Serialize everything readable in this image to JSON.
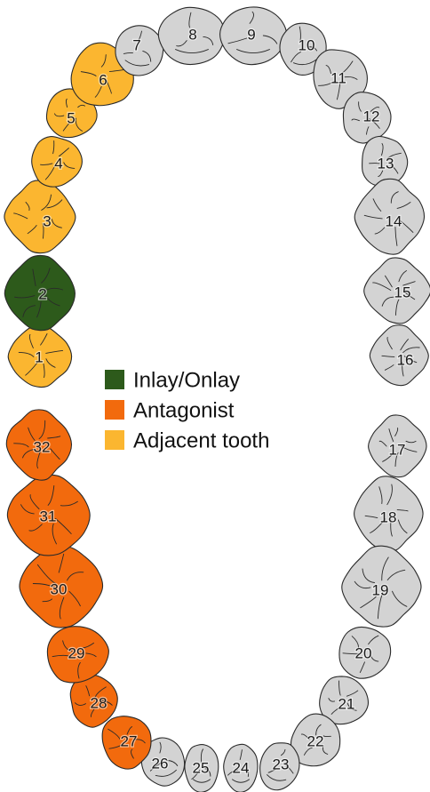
{
  "colors": {
    "default": "#d3d3d3",
    "inlay_onlay": "#2d5a1b",
    "antagonist": "#f26a0d",
    "adjacent": "#fbb630"
  },
  "legend": [
    {
      "key": "inlay_onlay",
      "label": "Inlay/Onlay"
    },
    {
      "key": "antagonist",
      "label": "Antagonist"
    },
    {
      "key": "adjacent",
      "label": "Adjacent tooth"
    }
  ],
  "teeth": [
    {
      "number": "1",
      "status": "adjacent"
    },
    {
      "number": "2",
      "status": "inlay_onlay"
    },
    {
      "number": "3",
      "status": "adjacent"
    },
    {
      "number": "4",
      "status": "adjacent"
    },
    {
      "number": "5",
      "status": "adjacent"
    },
    {
      "number": "6",
      "status": "adjacent"
    },
    {
      "number": "7",
      "status": "default"
    },
    {
      "number": "8",
      "status": "default"
    },
    {
      "number": "9",
      "status": "default"
    },
    {
      "number": "10",
      "status": "default"
    },
    {
      "number": "11",
      "status": "default"
    },
    {
      "number": "12",
      "status": "default"
    },
    {
      "number": "13",
      "status": "default"
    },
    {
      "number": "14",
      "status": "default"
    },
    {
      "number": "15",
      "status": "default"
    },
    {
      "number": "16",
      "status": "default"
    },
    {
      "number": "17",
      "status": "default"
    },
    {
      "number": "18",
      "status": "default"
    },
    {
      "number": "19",
      "status": "default"
    },
    {
      "number": "20",
      "status": "default"
    },
    {
      "number": "21",
      "status": "default"
    },
    {
      "number": "22",
      "status": "default"
    },
    {
      "number": "23",
      "status": "default"
    },
    {
      "number": "24",
      "status": "default"
    },
    {
      "number": "25",
      "status": "default"
    },
    {
      "number": "26",
      "status": "default"
    },
    {
      "number": "27",
      "status": "antagonist"
    },
    {
      "number": "28",
      "status": "antagonist"
    },
    {
      "number": "29",
      "status": "antagonist"
    },
    {
      "number": "30",
      "status": "antagonist"
    },
    {
      "number": "31",
      "status": "antagonist"
    },
    {
      "number": "32",
      "status": "antagonist"
    }
  ]
}
